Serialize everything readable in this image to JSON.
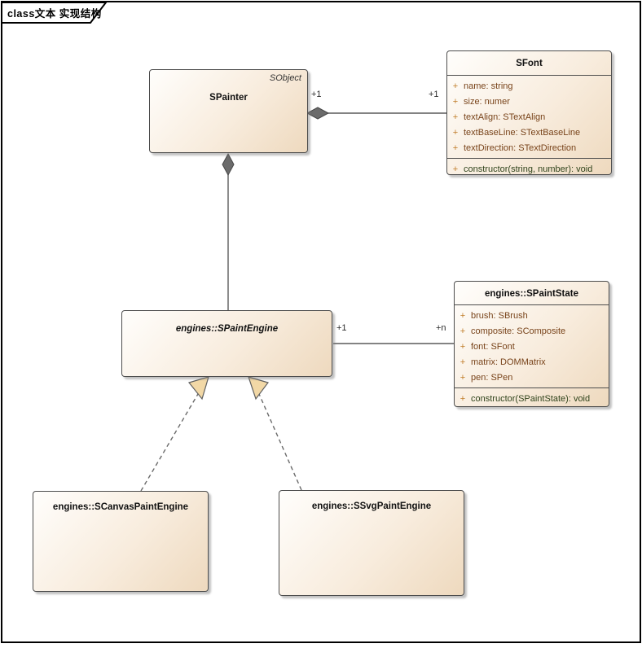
{
  "frame": {
    "label": "class文本 实现结构"
  },
  "classes": {
    "spainter": {
      "name": "SPainter",
      "annotation": "SObject"
    },
    "sfont": {
      "name": "SFont",
      "attributes": [
        {
          "vis": "+",
          "text": "name: string"
        },
        {
          "vis": "+",
          "text": "size: numer"
        },
        {
          "vis": "+",
          "text": "textAlign: STextAlign"
        },
        {
          "vis": "+",
          "text": "textBaseLine: STextBaseLine"
        },
        {
          "vis": "+",
          "text": "textDirection: STextDirection"
        }
      ],
      "operations": [
        {
          "vis": "+",
          "text": "constructor(string, number): void"
        }
      ]
    },
    "spaintengine": {
      "name": "engines::SPaintEngine"
    },
    "spaintstate": {
      "name": "engines::SPaintState",
      "attributes": [
        {
          "vis": "+",
          "text": "brush: SBrush"
        },
        {
          "vis": "+",
          "text": "composite: SComposite"
        },
        {
          "vis": "+",
          "text": "font: SFont"
        },
        {
          "vis": "+",
          "text": "matrix: DOMMatrix"
        },
        {
          "vis": "+",
          "text": "pen: SPen"
        }
      ],
      "operations": [
        {
          "vis": "+",
          "text": "constructor(SPaintState): void"
        }
      ]
    },
    "scanvaspaintengine": {
      "name": "engines::SCanvasPaintEngine"
    },
    "ssvgpaintengine": {
      "name": "engines::SSvgPaintEngine"
    }
  },
  "connectors": {
    "painter_font": {
      "source_mult": "+1",
      "target_mult": "+1"
    },
    "engine_state": {
      "source_mult": "+1",
      "target_mult": "+n"
    }
  },
  "colors": {
    "box_fill_light": "#fffefc",
    "box_fill_dark": "#eed9be",
    "box_border": "#4d4d4d",
    "attribute_text": "#78431a",
    "operation_text": "#2f431b",
    "visibility_plus": "#c07c28",
    "triangle_fill": "#f2d8a6",
    "line": "#5a5a5a"
  }
}
